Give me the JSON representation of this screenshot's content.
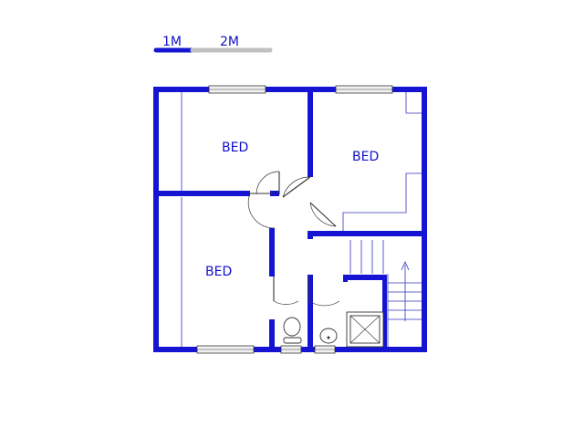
{
  "scale_bar": {
    "label_1": "1M",
    "label_2": "2M",
    "primary_color": "#1414d2",
    "secondary_color": "#c0c0c0"
  },
  "rooms": [
    {
      "label": "BED"
    },
    {
      "label": "BED"
    },
    {
      "label": "BED"
    }
  ],
  "colors": {
    "walls": "#1414d2",
    "labels": "#1010c8",
    "fixtures": "#333333"
  },
  "icons": [
    "toilet-icon",
    "basin-icon",
    "shower-tray-icon",
    "staircase-icon",
    "window-icon",
    "door-icon"
  ]
}
